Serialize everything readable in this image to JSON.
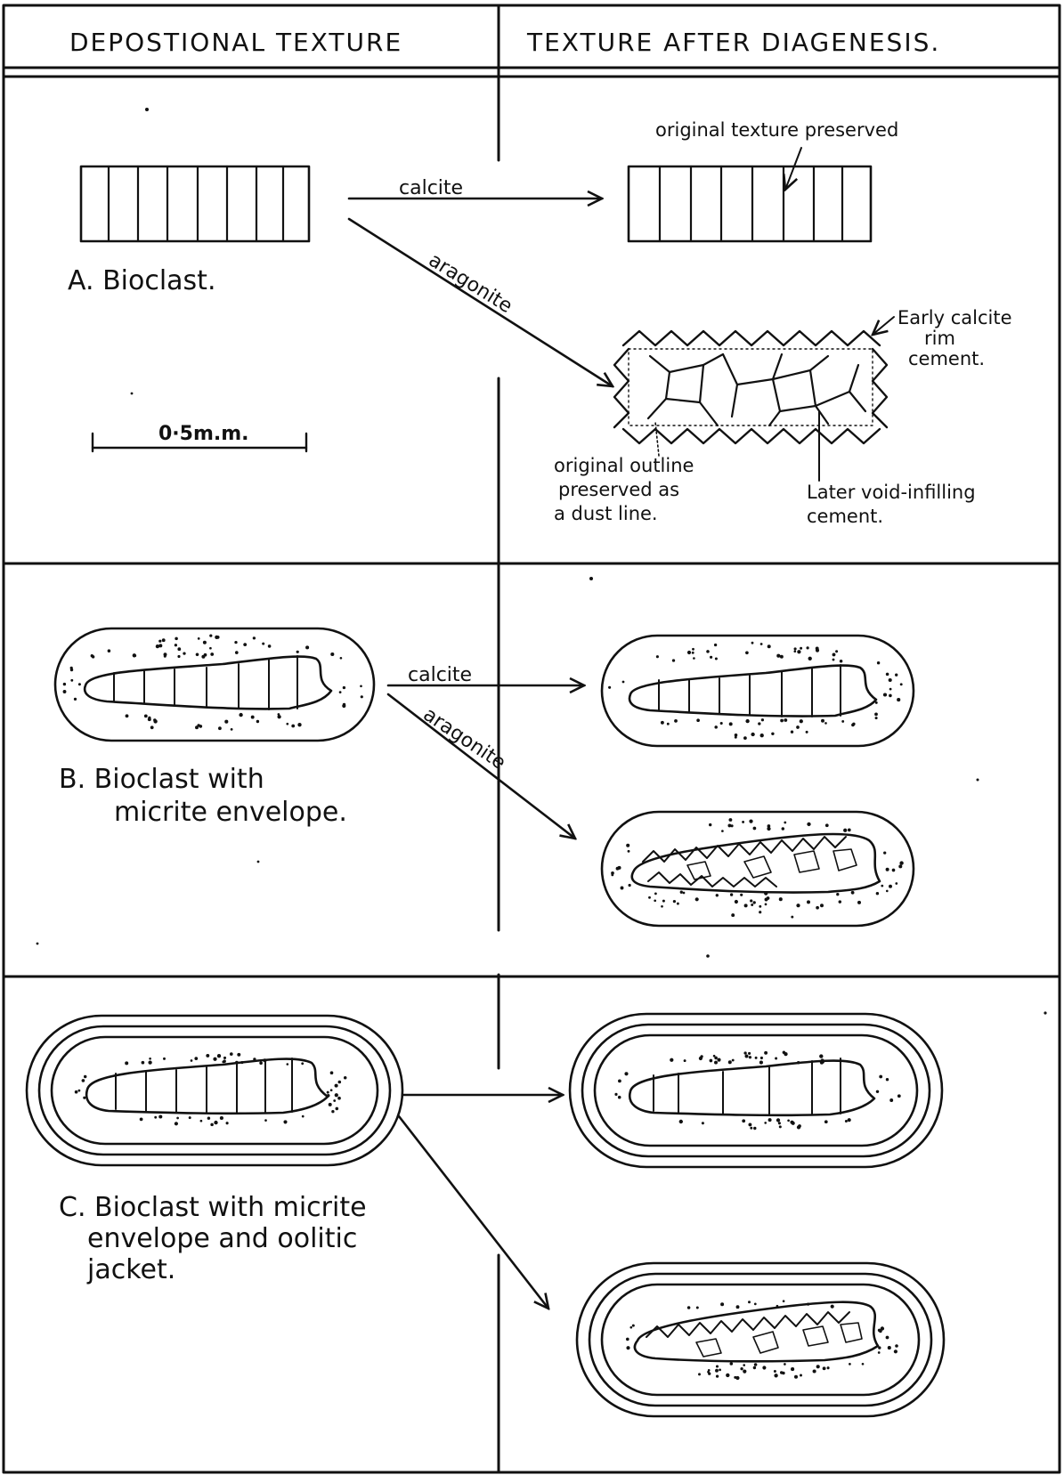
{
  "headers": {
    "left": "DEPOSTIONAL TEXTURE",
    "right": "TEXTURE AFTER DIAGENESIS."
  },
  "row_a": {
    "label": "A. Bioclast.",
    "scale_bar": "0·5m.m.",
    "arrow_calcite": "calcite",
    "arrow_aragonite": "aragonite",
    "note_preserved": "original texture preserved",
    "note_rim": [
      "Early calcite",
      "rim",
      "cement."
    ],
    "note_outline": [
      "original outline",
      "preserved as",
      "a dust line."
    ],
    "note_void": [
      "Later void-infilling",
      "cement."
    ]
  },
  "row_b": {
    "label": [
      "B. Bioclast with",
      "micrite envelope."
    ],
    "arrow_calcite": "calcite",
    "arrow_aragonite": "aragonite"
  },
  "row_c": {
    "label": [
      "C. Bioclast with micrite",
      "envelope and oolitic",
      "jacket."
    ]
  },
  "colors": {
    "ink": "#111111",
    "paper": "#ffffff"
  }
}
